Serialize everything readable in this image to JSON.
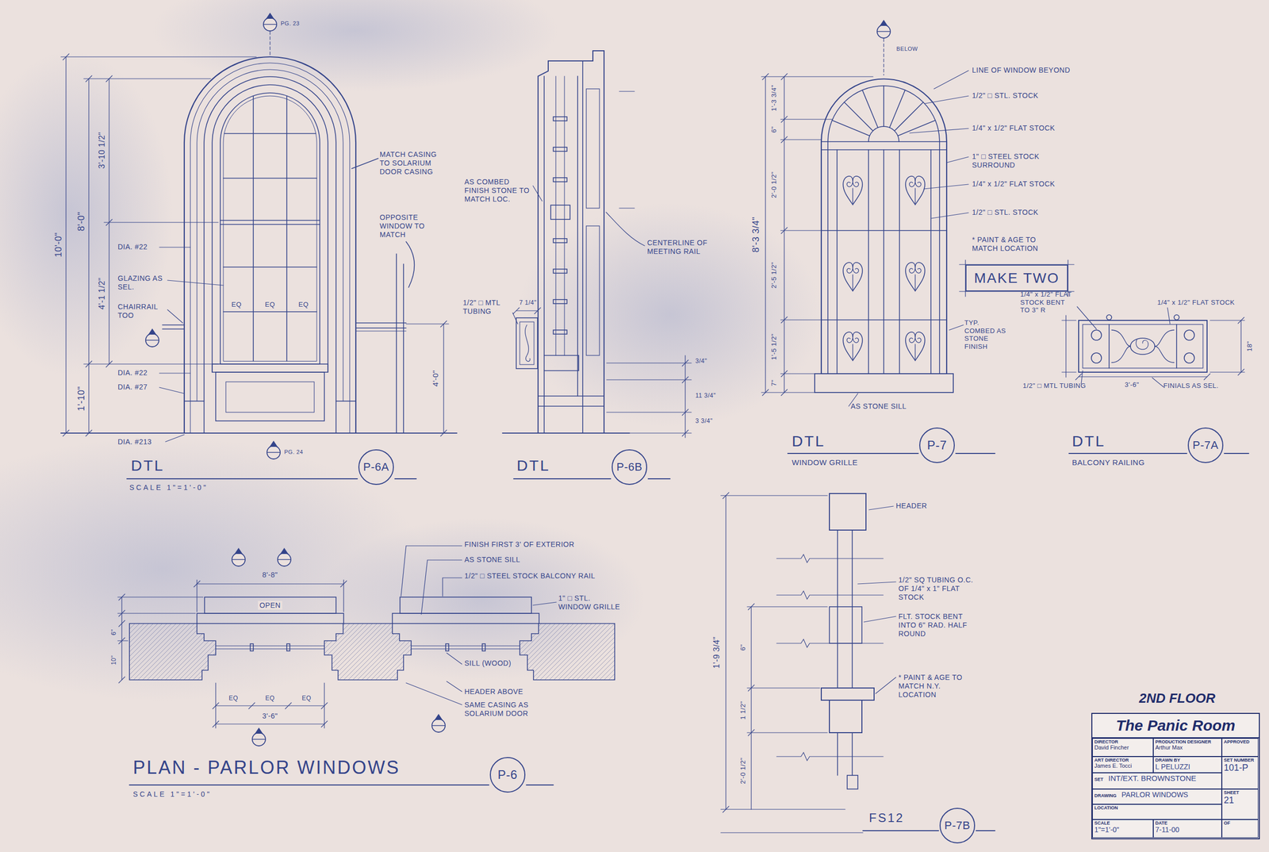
{
  "diagram": {
    "nodes": [
      {
        "text": [
          "P-6A"
        ]
      },
      {
        "text": [
          "P-6B"
        ]
      },
      {
        "text": [
          "P-7"
        ]
      },
      {
        "text": [
          "MAKE TWO"
        ]
      },
      {
        "text": [
          "P-7A"
        ]
      },
      {
        "text": [
          "P-6"
        ]
      },
      {
        "text": [
          "P-7B"
        ]
      },
      {
        "text": [
          "2ND FLOOR",
          "The Panic Room"
        ]
      },
      {
        "text": [
          "DIRECTOR",
          "David Fincher"
        ],
        "in": 7
      },
      {
        "text": [
          "PRODUCTION DESIGNER",
          "Arthur Max"
        ],
        "in": 7
      },
      {
        "text": [
          "APPROVED"
        ],
        "in": 7
      },
      {
        "text": [
          "ART DIRECTOR",
          "James E. Tocci"
        ],
        "in": 7
      },
      {
        "text": [
          "DRAWN BY",
          "L PELUZZI"
        ],
        "in": 7
      },
      {
        "text": [
          "SET NUMBER",
          "101-P"
        ],
        "in": 7
      },
      {
        "text": [
          "SET",
          "INT/EXT. BROWNSTONE"
        ],
        "in": 7
      },
      {
        "text": [
          "DRAWING",
          "PARLOR WINDOWS"
        ],
        "in": 7
      },
      {
        "text": [
          "SHEET",
          "21"
        ],
        "in": 7
      },
      {
        "text": [
          "LOCATION"
        ],
        "in": 7
      },
      {
        "text": [
          "SCALE",
          "1\"=1'-0\""
        ],
        "in": 7
      },
      {
        "text": [
          "DATE",
          "7-11-00"
        ],
        "in": 7
      },
      {
        "text": [
          "OF"
        ],
        "in": 7
      }
    ],
    "labels": [
      "10'-0\"",
      "8'-0\"",
      "1'-10\"",
      "3'-10 1/2\"",
      "4'-1 1/2\"",
      "DIA. #22",
      "GLAZING AS SEL.",
      "CHAIRRAIL TOO",
      "DIA. #22",
      "DIA. #27",
      "DIA. #213",
      "EQ",
      "EQ",
      "EQ",
      "MATCH CASING TO SOLARIUM DOOR CASING",
      "OPPOSITE WINDOW TO MATCH",
      "4'-0\"",
      "DTL",
      "SCALE 1\"=1'-0\"",
      "PG. 23",
      "PG. 24",
      "AS COMBED FINISH STONE TO MATCH LOC.",
      "CENTERLINE OF MEETING RAIL",
      "1/2\" □ MTL TUBING",
      "7 1/4\"",
      "DTL",
      "3/4\"",
      "11 3/4\"",
      "3 3/4\"",
      "BELOW",
      "LINE OF WINDOW BEYOND",
      "1/2\" □ STL. STOCK",
      "1/4\" x 1/2\" FLAT STOCK",
      "1\" □ STEEL STOCK SURROUND",
      "1/4\" x 1/2\" FLAT STOCK",
      "1/2\" □ STL. STOCK",
      "* PAINT & AGE TO MATCH LOCATION",
      "TYP. COMBED AS STONE FINISH",
      "AS STONE SILL",
      "DTL",
      "WINDOW GRILLE",
      "8'-3 3/4\"",
      "1'-3 3/4\"",
      "6\"",
      "2'-0 1/2\"",
      "2'-5 1/2\"",
      "1'-5 1/2\"",
      "7\"",
      "1/4\" x 1/2\" FLAT STOCK BENT TO 3\" R",
      "1/4\" x 1/2\" FLAT STOCK",
      "18\"",
      "1/2\" □ MTL TUBING",
      "3'-6\"",
      "FINIALS AS SEL.",
      "DTL",
      "BALCONY RAILING",
      "8'-8\"",
      "OPEN",
      "FINISH FIRST 3' OF EXTERIOR",
      "AS STONE SILL",
      "1/2\" □ STEEL STOCK BALCONY RAIL",
      "1\" □ STL. WINDOW GRILLE",
      "SILL (WOOD)",
      "HEADER ABOVE",
      "SAME CASING AS SOLARIUM DOOR",
      "EQ",
      "EQ",
      "EQ",
      "3'-6\"",
      "PLAN - PARLOR WINDOWS",
      "SCALE 1\"=1'-0\"",
      "6\"",
      "10\"",
      "HEADER",
      "1/2\" SQ TUBING O.C. OF 1/4\" x 1\" FLAT STOCK",
      "FLT. STOCK BENT INTO 6\" RAD. HALF ROUND",
      "* PAINT & AGE TO MATCH N.Y. LOCATION",
      "1'-9 3/4\"",
      "6\"",
      "1 1/2\"",
      "2'-0 1/2\"",
      "FS12"
    ]
  }
}
